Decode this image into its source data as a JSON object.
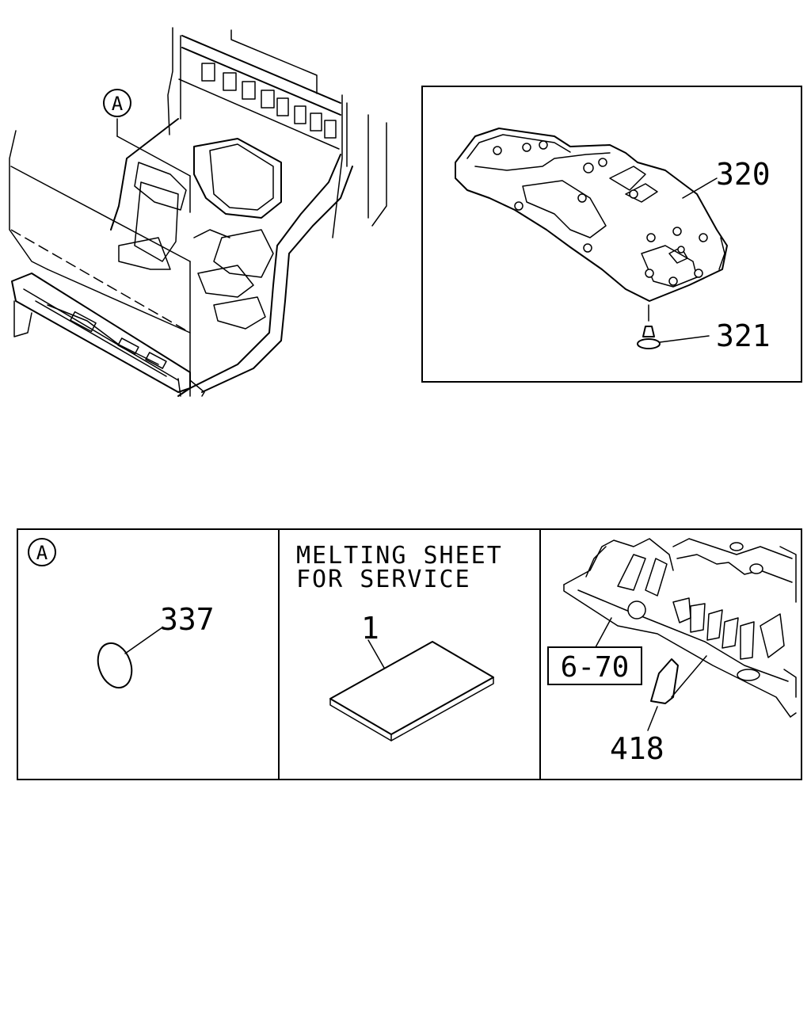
{
  "callouts": {
    "ref_a_main": "A",
    "part_320": "320",
    "part_321": "321",
    "ref_a_panel": "A",
    "part_337": "337",
    "note_line1": "MELTING SHEET",
    "note_line2": "FOR SERVICE",
    "part_1": "1",
    "ref_6_70": "6-70",
    "part_418": "418"
  }
}
